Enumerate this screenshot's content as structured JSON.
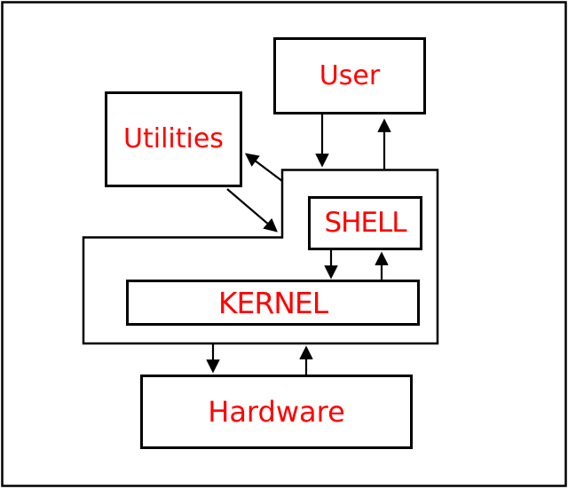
{
  "boxes": {
    "user": {
      "label": "User"
    },
    "utilities": {
      "label": "Utilities"
    },
    "shell": {
      "label": "SHELL"
    },
    "kernel": {
      "label": "KERNEL"
    },
    "hardware": {
      "label": "Hardware"
    }
  },
  "edges": [
    {
      "from": "user",
      "to": "os-area"
    },
    {
      "from": "os-area",
      "to": "user"
    },
    {
      "from": "os-area",
      "to": "utilities"
    },
    {
      "from": "utilities",
      "to": "os-area"
    },
    {
      "from": "shell",
      "to": "kernel"
    },
    {
      "from": "kernel",
      "to": "shell"
    },
    {
      "from": "os-area",
      "to": "hardware"
    },
    {
      "from": "hardware",
      "to": "os-area"
    }
  ],
  "colors": {
    "label_text": "#ff0000",
    "line": "#000000",
    "background": "#ffffff"
  }
}
